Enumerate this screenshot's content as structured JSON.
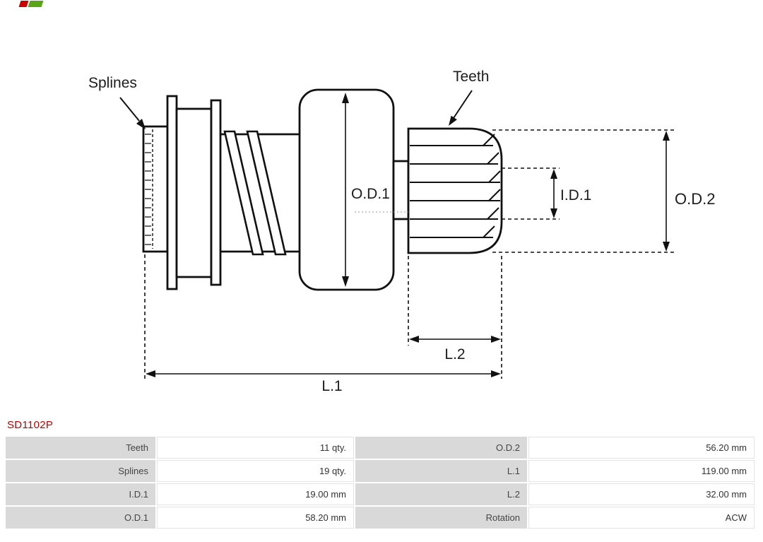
{
  "brand": {
    "logo_colors": {
      "red": "#cc0001",
      "green": "#58a618"
    }
  },
  "part": {
    "code": "SD1102P"
  },
  "diagram": {
    "labels": {
      "splines": "Splines",
      "teeth": "Teeth",
      "od1": "O.D.1",
      "id1": "I.D.1",
      "od2": "O.D.2",
      "l1": "L.1",
      "l2": "L.2"
    }
  },
  "table": {
    "rows": [
      {
        "c1_label": "Teeth",
        "c1_value": "11 qty.",
        "c2_label": "O.D.2",
        "c2_value": "56.20 mm"
      },
      {
        "c1_label": "Splines",
        "c1_value": "19 qty.",
        "c2_label": "L.1",
        "c2_value": "119.00 mm"
      },
      {
        "c1_label": "I.D.1",
        "c1_value": "19.00 mm",
        "c2_label": "L.2",
        "c2_value": "32.00 mm"
      },
      {
        "c1_label": "O.D.1",
        "c1_value": "58.20 mm",
        "c2_label": "Rotation",
        "c2_value": "ACW"
      }
    ]
  }
}
